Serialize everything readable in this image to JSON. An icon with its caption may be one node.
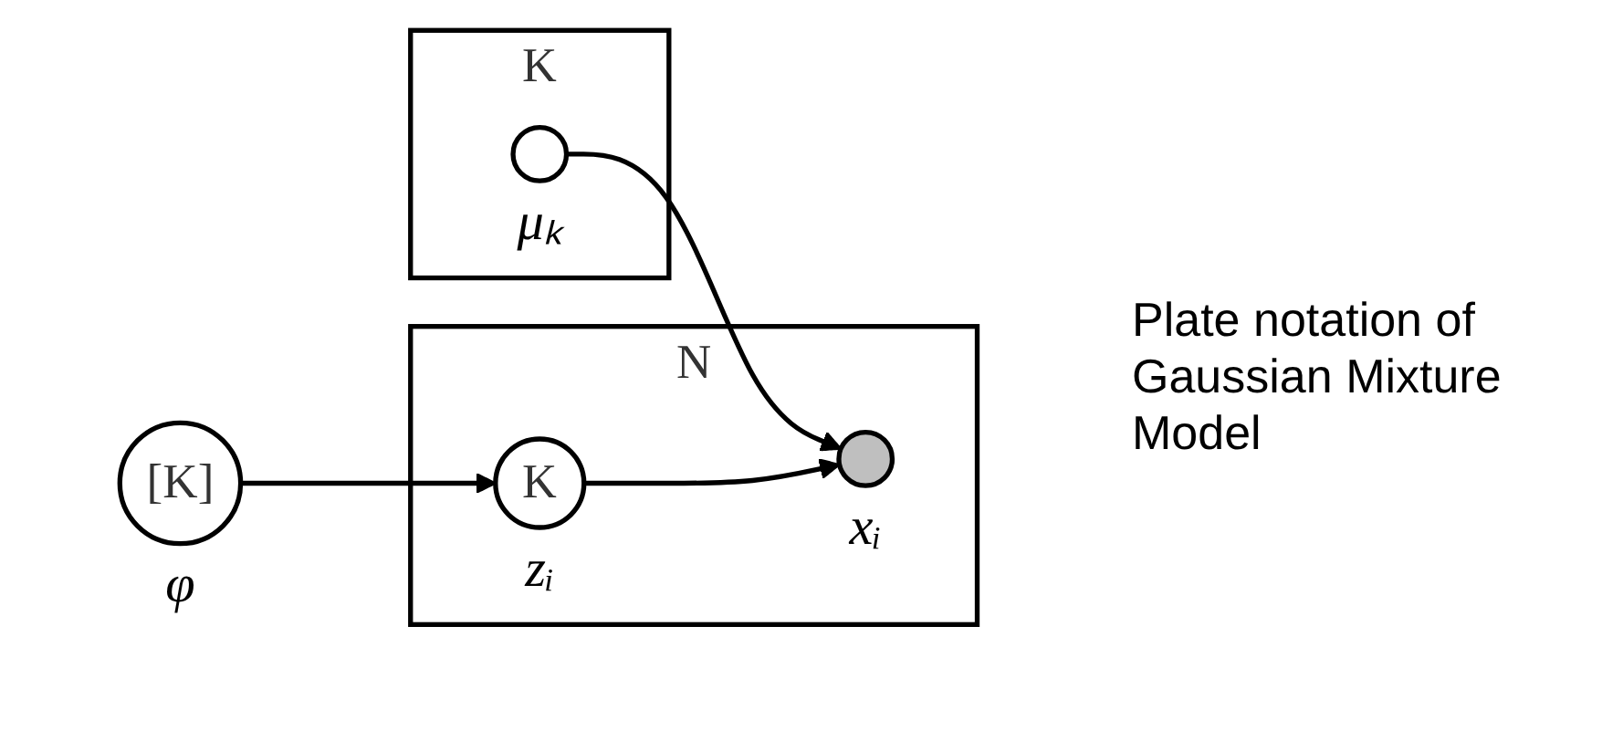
{
  "diagram": {
    "caption": "Plate notation of Gaussian Mixture Model",
    "nodes": [
      {
        "text": [
          "K"
        ]
      },
      {
        "text": [],
        "shape": "circle",
        "beside": [
          "μₖ"
        ],
        "in": 0
      },
      {
        "text": [
          "[K]"
        ],
        "beside": [
          "φ"
        ]
      },
      {
        "text": [
          "N"
        ]
      },
      {
        "text": [
          "K"
        ],
        "beside": [
          "zᵢ"
        ],
        "in": 3
      },
      {
        "text": [],
        "shape": "circle",
        "beside": [
          "xᵢ"
        ],
        "in": 3
      }
    ],
    "edges": [
      {
        "from": 1,
        "to": 5,
        "arrow": "to"
      },
      {
        "from": 2,
        "to": 4,
        "arrow": "to"
      },
      {
        "from": 4,
        "to": 5,
        "arrow": "to"
      }
    ]
  }
}
